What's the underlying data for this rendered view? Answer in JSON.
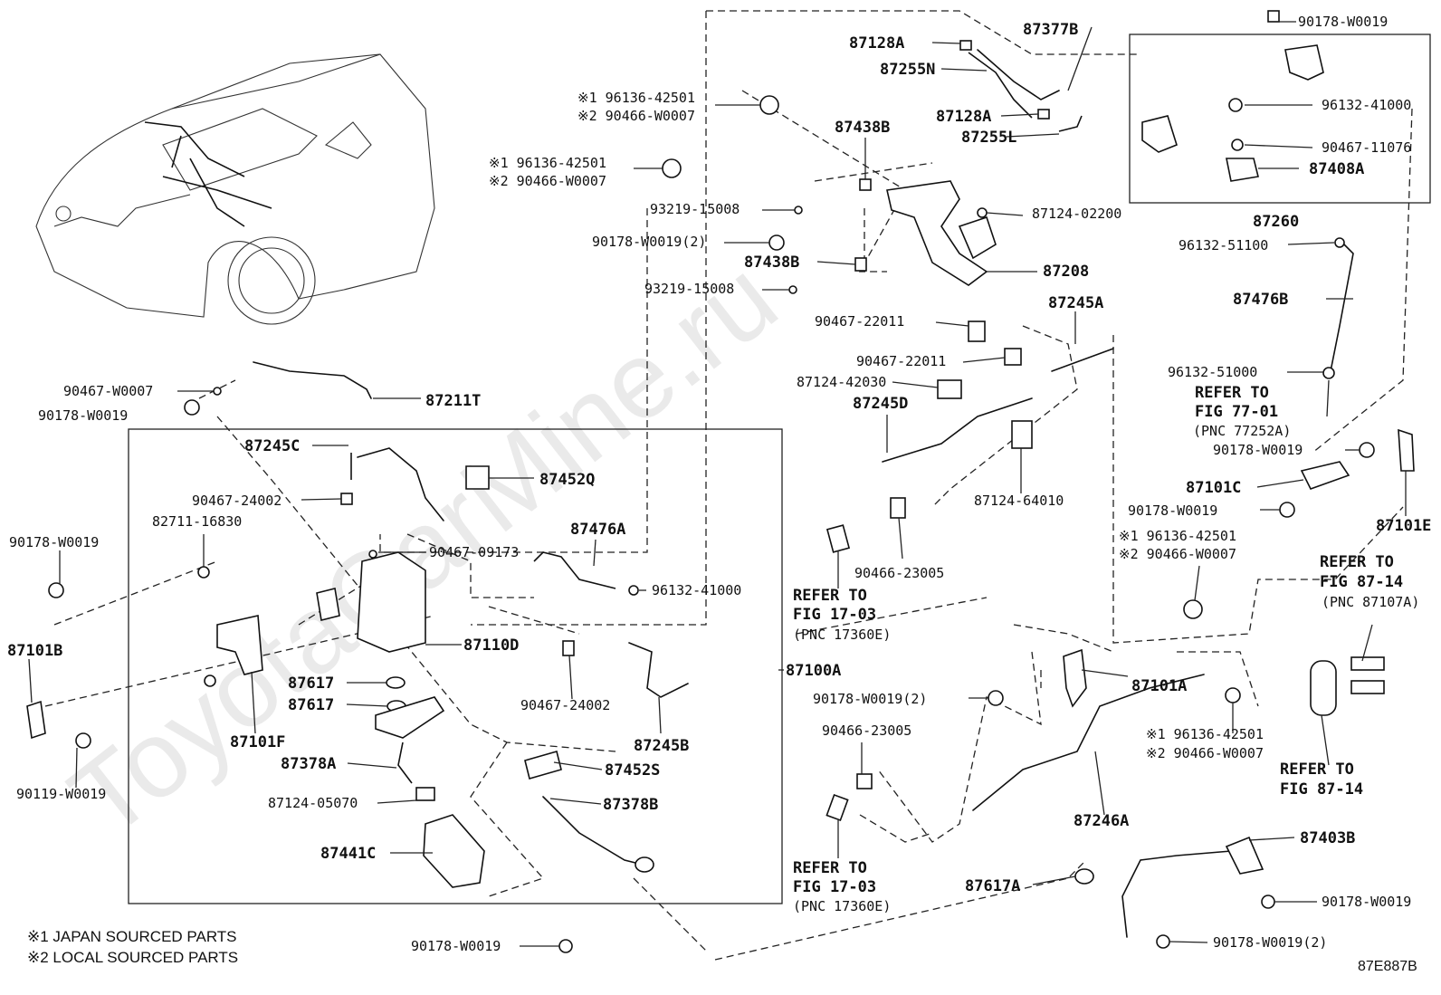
{
  "watermark": "ToyotaCarMine.ru",
  "diagram_code": "87E887B",
  "notes": [
    "※1 JAPAN SOURCED PARTS",
    "※2 LOCAL SOURCED PARTS"
  ],
  "labels": {
    "l_90178_W0019_top": "90178-W0019",
    "l_87377B": "87377B",
    "l_87128A_1": "87128A",
    "l_87255N": "87255N",
    "l_87128A_2": "87128A",
    "l_87255L": "87255L",
    "l_96136_42501_a": "※1 96136-42501",
    "l_90466_W0007_a": "※2 90466-W0007",
    "l_96136_42501_b": "※1 96136-42501",
    "l_90466_W0007_b": "※2 90466-W0007",
    "l_87438B_1": "87438B",
    "l_93219_15008_1": "93219-15008",
    "l_90178_W0019_2a": "90178-W0019(2)",
    "l_87438B_2": "87438B",
    "l_93219_15008_2": "93219-15008",
    "l_87124_02200": "87124-02200",
    "l_87208": "87208",
    "l_90467_22011_1": "90467-22011",
    "l_87245A": "87245A",
    "l_90467_22011_2": "90467-22011",
    "l_87124_42030": "87124-42030",
    "l_87245D": "87245D",
    "l_87124_64010": "87124-64010",
    "l_96132_41000_r": "96132-41000",
    "l_90467_11076": "90467-11076",
    "l_87408A": "87408A",
    "l_87260": "87260",
    "l_96132_51100": "96132-51100",
    "l_87476B": "87476B",
    "l_96132_51000": "96132-51000",
    "l_refer_77_1": "REFER TO",
    "l_refer_77_2": "FIG 77-01",
    "l_refer_77_3": "(PNC 77252A)",
    "l_90178_W0019_r1": "90178-W0019",
    "l_87101C": "87101C",
    "l_87101E": "87101E",
    "l_90178_W0019_r2": "90178-W0019",
    "l_96136_42501_c": "※1 96136-42501",
    "l_90466_W0007_c": "※2 90466-W0007",
    "l_refer_8714a_1": "REFER TO",
    "l_refer_8714a_2": "FIG 87-14",
    "l_refer_8714a_3": "(PNC 87107A)",
    "l_87101A": "87101A",
    "l_90178_W0019_2b": "90178-W0019(2)",
    "l_96136_42501_d": "※1 96136-42501",
    "l_90466_W0007_d": "※2 90466-W0007",
    "l_refer_8714b_1": "REFER TO",
    "l_refer_8714b_2": "FIG 87-14",
    "l_87246A": "87246A",
    "l_90466_23005_1": "90466-23005",
    "l_refer_1703a_1": "REFER TO",
    "l_refer_1703a_2": "FIG 17-03",
    "l_refer_1703a_3": "(PNC 17360E)",
    "l_90466_23005_2": "90466-23005",
    "l_refer_1703b_1": "REFER TO",
    "l_refer_1703b_2": "FIG 17-03",
    "l_refer_1703b_3": "(PNC 17360E)",
    "l_87403B": "87403B",
    "l_87617A": "87617A",
    "l_90178_W0019_br": "90178-W0019",
    "l_90178_W0019_2c": "90178-W0019(2)",
    "l_90467_W0007": "90467-W0007",
    "l_90178_W0019_l1": "90178-W0019",
    "l_87211T": "87211T",
    "l_87245C": "87245C",
    "l_87452Q": "87452Q",
    "l_90467_24002_1": "90467-24002",
    "l_82711_16830": "82711-16830",
    "l_90178_W0019_l2": "90178-W0019",
    "l_90467_09173": "90467-09173",
    "l_87476A": "87476A",
    "l_96132_41000_c": "96132-41000",
    "l_87101B": "87101B",
    "l_87110D": "87110D",
    "l_87100A": "87100A",
    "l_87617_1": "87617",
    "l_87617_2": "87617",
    "l_90467_24002_2": "90467-24002",
    "l_87101F": "87101F",
    "l_87245B": "87245B",
    "l_87378A": "87378A",
    "l_87452S": "87452S",
    "l_90119_W0019": "90119-W0019",
    "l_87124_05070": "87124-05070",
    "l_87378B": "87378B",
    "l_87441C": "87441C",
    "l_90178_W0019_bot": "90178-W0019"
  }
}
